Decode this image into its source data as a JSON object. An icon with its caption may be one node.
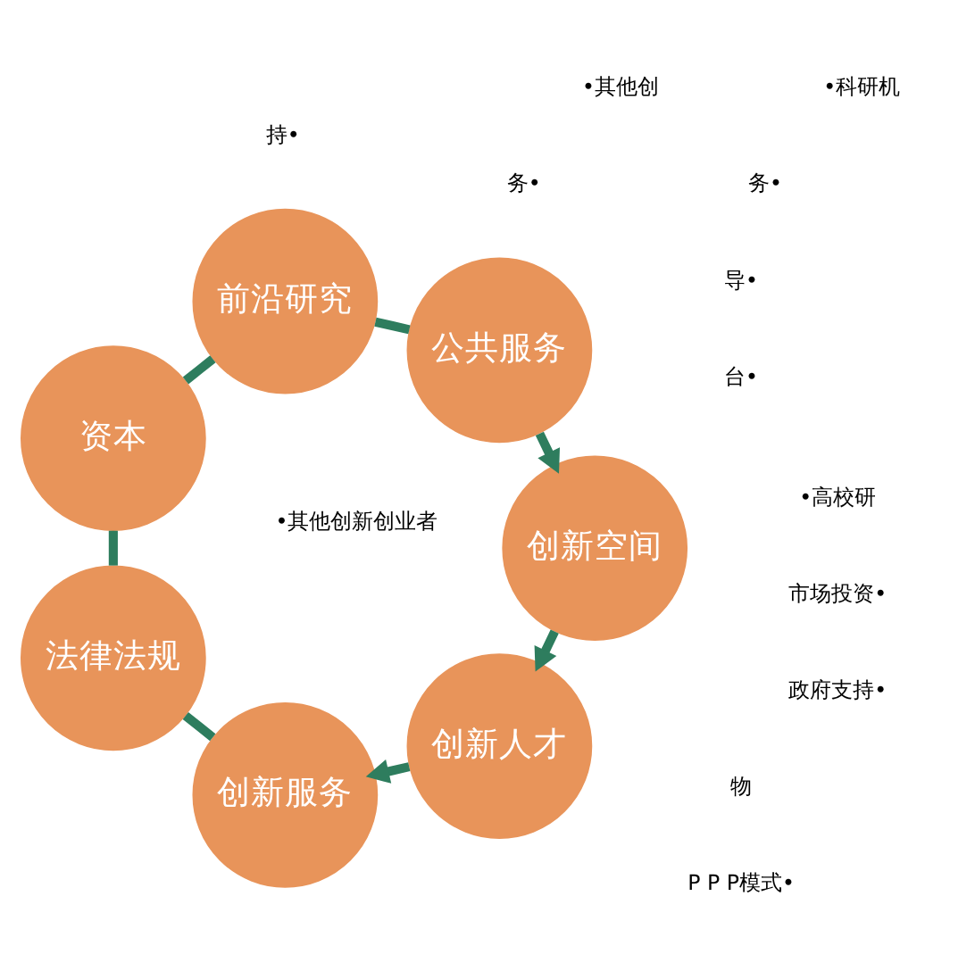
{
  "diagram": {
    "nodes": [
      {
        "text": [
          "创新人才"
        ]
      },
      {
        "text": [
          "创新服务"
        ]
      },
      {
        "text": [
          "创新空间"
        ]
      },
      {
        "text": [
          "公共服务"
        ]
      },
      {
        "text": [
          "法律法规"
        ]
      },
      {
        "text": [
          "前沿研究"
        ]
      },
      {
        "text": [
          "资本"
        ]
      }
    ],
    "edges": [
      {
        "from": 5,
        "to": 3,
        "arrow": "none"
      },
      {
        "from": 3,
        "to": 2,
        "arrow": "to"
      },
      {
        "from": 2,
        "to": 0,
        "arrow": "to"
      },
      {
        "from": 0,
        "to": 1,
        "arrow": "to"
      },
      {
        "from": 1,
        "to": 4,
        "arrow": "none"
      },
      {
        "from": 4,
        "to": 6,
        "arrow": "none"
      },
      {
        "from": 6,
        "to": 5,
        "arrow": "none"
      }
    ],
    "labels": [
      "•其他创新创业者",
      "物",
      "台•",
      "导•",
      "务•",
      "务•",
      "持•",
      "P P P模式•",
      "政府支持•",
      "市场投资•",
      "•高校研",
      "•科研机",
      "•其他创"
    ]
  }
}
